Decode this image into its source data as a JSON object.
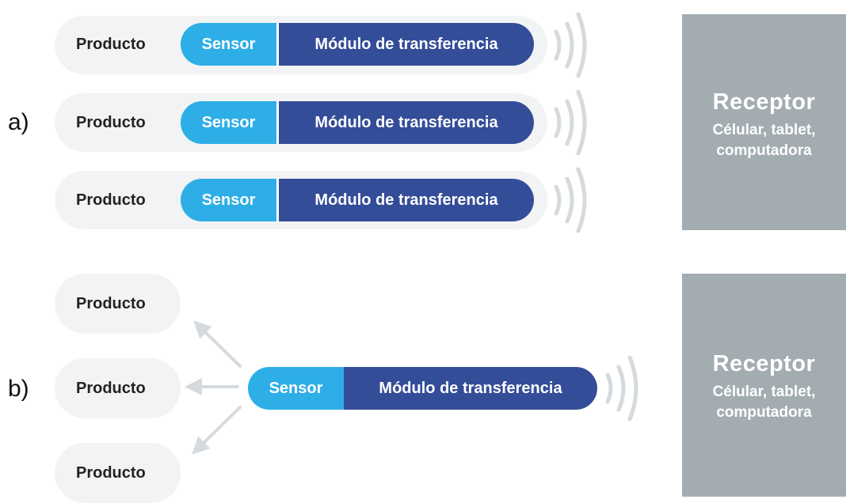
{
  "sections": [
    {
      "letter": "a)"
    },
    {
      "letter": "b)"
    }
  ],
  "product_label": "Producto",
  "sensor_label": "Sensor",
  "module_label": "Módulo de transferencia",
  "receptor": {
    "title": "Receptor",
    "subtitle_line1": "Célular, tablet,",
    "subtitle_line2": "computadora"
  },
  "colors": {
    "sensor": "#2eaee6",
    "module": "#344d99",
    "receptor": "#a3acb1",
    "pill": "#f2f3f4",
    "signal_waves": "#d4dadd",
    "arrows": "#d4dadd"
  }
}
